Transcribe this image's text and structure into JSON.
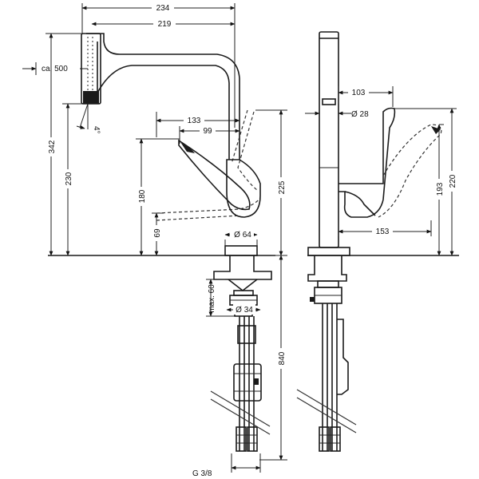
{
  "diagram": {
    "front_view": {
      "dim_width_overall": "234",
      "dim_width_spout": "219",
      "dim_hose_extension": "ca. 500",
      "dim_spray_angle": "4°",
      "dim_lever_reach": "133",
      "dim_lever_offset": "99",
      "dim_total_height": "342",
      "dim_spout_height": "230",
      "dim_lever_swing": "180",
      "dim_lever_height": "69",
      "dim_body_height": "225",
      "dim_base_diameter": "Ø 64",
      "dim_max_thickness": "max. 60",
      "dim_thread_diameter": "Ø 34",
      "dim_hose_length": "840",
      "dim_connection_thread": "G 3/8"
    },
    "side_view": {
      "dim_lever_depth": "103",
      "dim_spout_diameter": "Ø 28",
      "dim_lever_height": "220",
      "dim_lever_height_low": "193",
      "dim_lever_reach": "153"
    }
  }
}
